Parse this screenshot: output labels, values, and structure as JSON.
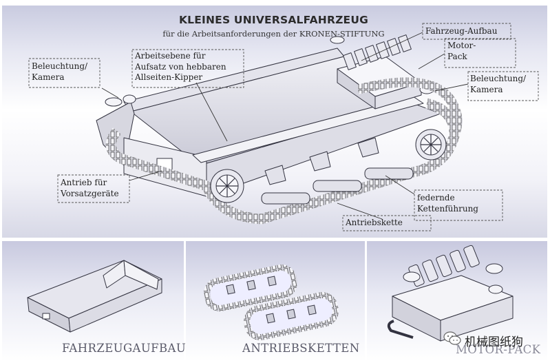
{
  "title": "KLEINES UNIVERSALFAHRZEUG",
  "subtitle": "für die Arbeitsanforderungen der KRONEN-STIFTUNG",
  "labels": {
    "fahrzeug_aufbau": "Fahrzeug-Aufbau",
    "motor_pack": "Motor-\nPack",
    "beleuchtung_left": "Beleuchtung/\nKamera",
    "beleuchtung_right": "Beleuchtung/\nKamera",
    "arbeitsebene": "Arbeitsebene für\nAufsatz von hebbaren\nAllseiten-Kipper",
    "antrieb": "Antrieb für\nVorsatzgeräte",
    "federnde": "federnde\nKettenführung",
    "antriebskette": "Antriebskette"
  },
  "captions": {
    "fahrzeugaufbau": "FAHRZEUGAUFBAU",
    "antriebsketten": "ANTRIEBSKETTEN",
    "motor_pack": "MOTOR-PACK"
  },
  "watermark": "机械图纸狗",
  "colors": {
    "part_fill": "#e8e8ee",
    "part_stroke": "#333340",
    "leader": "#333"
  }
}
